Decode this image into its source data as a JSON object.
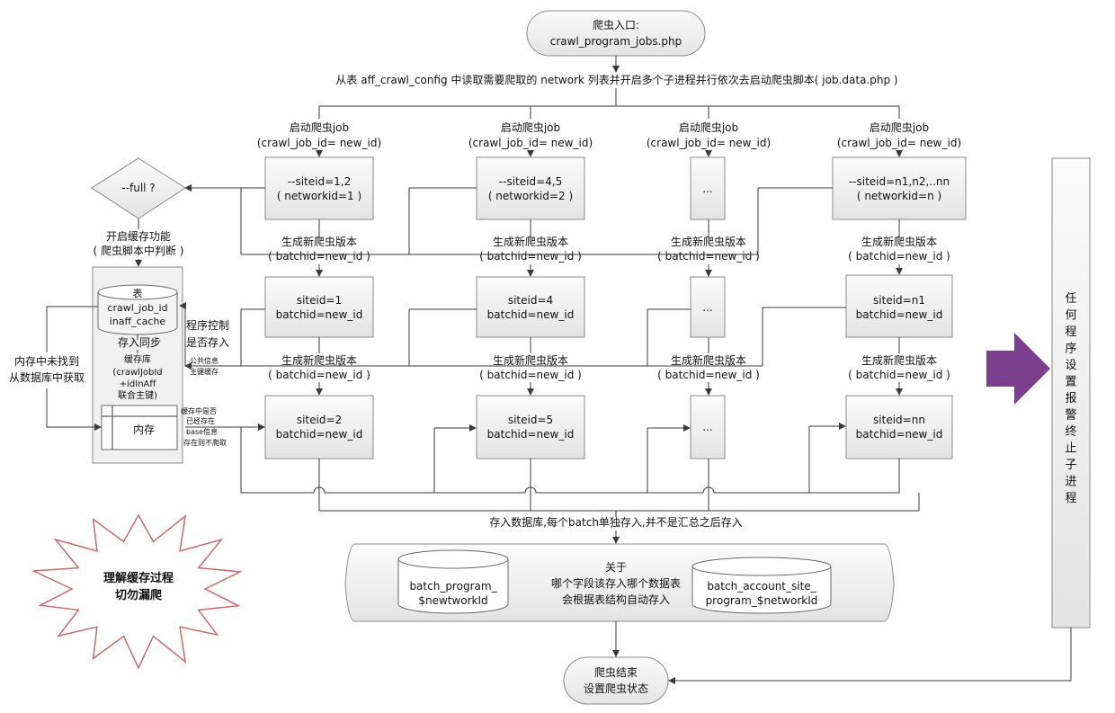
{
  "start": {
    "line1": "爬虫入口:",
    "line2": "crawl_program_jobs.php"
  },
  "step_read": "从表 aff_crawl_config 中读取需要爬取的 network 列表并开启多个子进程并行依次去启动爬虫脚本( job.data.php )",
  "columns": [
    {
      "job_l1": "启动爬虫job",
      "job_l2": "(crawl_job_id= new_id)",
      "box1_l1": "--siteid=1,2",
      "box1_l2": "( networkid=1 )",
      "ver1_l1": "生成新爬虫版本",
      "ver1_l2": "( batchid=new_id )",
      "box2_l1": "siteid=1",
      "box2_l2": "batchid=new_id",
      "ver2_l1": "生成新爬虫版本",
      "ver2_l2": "( batchid=new_id )",
      "box3_l1": "siteid=2",
      "box3_l2": "batchid=new_id"
    },
    {
      "job_l1": "启动爬虫job",
      "job_l2": "(crawl_job_id= new_id)",
      "box1_l1": "--siteid=4,5",
      "box1_l2": "( networkid=2 )",
      "ver1_l1": "生成新爬虫版本",
      "ver1_l2": "( batchid=new_id )",
      "box2_l1": "siteid=4",
      "box2_l2": "batchid=new_id",
      "ver2_l1": "生成新爬虫版本",
      "ver2_l2": "( batchid=new_id )",
      "box3_l1": "siteid=5",
      "box3_l2": "batchid=new_id"
    },
    {
      "job_l1": "启动爬虫job",
      "job_l2": "(crawl_job_id= new_id)",
      "box1_l1": "...",
      "box1_l2": "",
      "ver1_l1": "生成新爬虫版本",
      "ver1_l2": "( batchid=new_id )",
      "box2_l1": "...",
      "box2_l2": "",
      "ver2_l1": "生成新爬虫版本",
      "ver2_l2": "( batchid=new_id )",
      "box3_l1": "...",
      "box3_l2": ""
    },
    {
      "job_l1": "启动爬虫job",
      "job_l2": "(crawl_job_id= new_id)",
      "box1_l1": "--siteid=n1,n2,..nn",
      "box1_l2": "( networkid=n )",
      "ver1_l1": "生成新爬虫版本",
      "ver1_l2": "( batchid=new_id )",
      "box2_l1": "siteid=n1",
      "box2_l2": "batchid=new_id",
      "ver2_l1": "生成新爬虫版本",
      "ver2_l2": "( batchid=new_id )",
      "box3_l1": "siteid=nn",
      "box3_l2": "batchid=new_id"
    }
  ],
  "cache": {
    "decision": "--full ?",
    "enable_l1": "开启缓存功能",
    "enable_l2": "( 爬虫脚本中判断 )",
    "table_l1": "表",
    "table_l2": "crawl_job_id",
    "table_l3": "inaff_cache",
    "sync": "存入同步",
    "lib_l1": "缓存库",
    "lib_l2": "(crawlJobId",
    "lib_l3": "+idInAff",
    "lib_l4": "联合主键)",
    "memory": "内存",
    "prog_ctrl_l1": "程序控制",
    "prog_ctrl_l2": "是否存入",
    "not_found_l1": "内存中未找到",
    "not_found_l2": "从数据库中获取",
    "public_l1": "公共信息",
    "public_l2": "主键缓存",
    "exists_l1": "缓存中是否",
    "exists_l2": "已经存在",
    "exists_l3": "base信息",
    "exists_l4": "存在则不爬取"
  },
  "save_db": "存入数据库,每个batch单独存入,并不是汇总之后存入",
  "storage": {
    "db1_l1": "batch_program_",
    "db1_l2": "$newtworkId",
    "about_l1": "关于",
    "about_l2": "哪个字段该存入哪个数据表",
    "about_l3": "会根据表结构自动存入",
    "db2_l1": "batch_account_site_",
    "db2_l2": "program_$networkId"
  },
  "end": {
    "line1": "爬虫结束",
    "line2": "设置爬虫状态"
  },
  "side_panel": "任何程序设置报警终止子进程",
  "burst": {
    "line1": "理解缓存过程",
    "line2": "切勿漏爬"
  },
  "colors": {
    "box_top": "#fbfbfb",
    "box_bottom": "#e3e3e3",
    "arrow": "#7a3f8e",
    "burst_stroke": "#c96a6a"
  }
}
